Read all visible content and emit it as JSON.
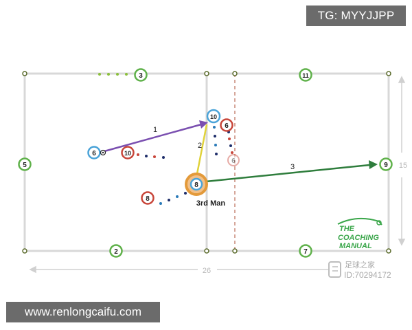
{
  "watermarks": {
    "top": "TG: MYYJJPP",
    "bottom": "www.renlongcaifu.com",
    "id_line1": "足球之家",
    "id_line2": "ID:70294172"
  },
  "logo": {
    "line1": "THE",
    "line2": "COACHING",
    "line3": "MANUAL",
    "color": "#3aa64a"
  },
  "dimensions": {
    "width_label": "26",
    "height_label": "15"
  },
  "players": {
    "green_3": "3",
    "green_11": "11",
    "green_5": "5",
    "green_9": "9",
    "green_2": "2",
    "green_7": "7",
    "blue_6": "6",
    "blue_10": "10",
    "blue_8": "8",
    "red_10": "10",
    "red_6": "6",
    "red_6_faded": "6",
    "red_8": "8"
  },
  "arrows": {
    "pass_1": "1",
    "pass_2": "2",
    "pass_3": "3"
  },
  "third_man_label": "3rd Man",
  "colors": {
    "green_team": "#5fb14a",
    "blue_team": "#4aa3d8",
    "red_team": "#c8463a",
    "pass_1": "#7a4fb0",
    "pass_2": "#e0d23a",
    "pass_3": "#2e7d3c",
    "highlight_ring": "#e39a3a",
    "pitch_line": "#d8d8d8"
  }
}
